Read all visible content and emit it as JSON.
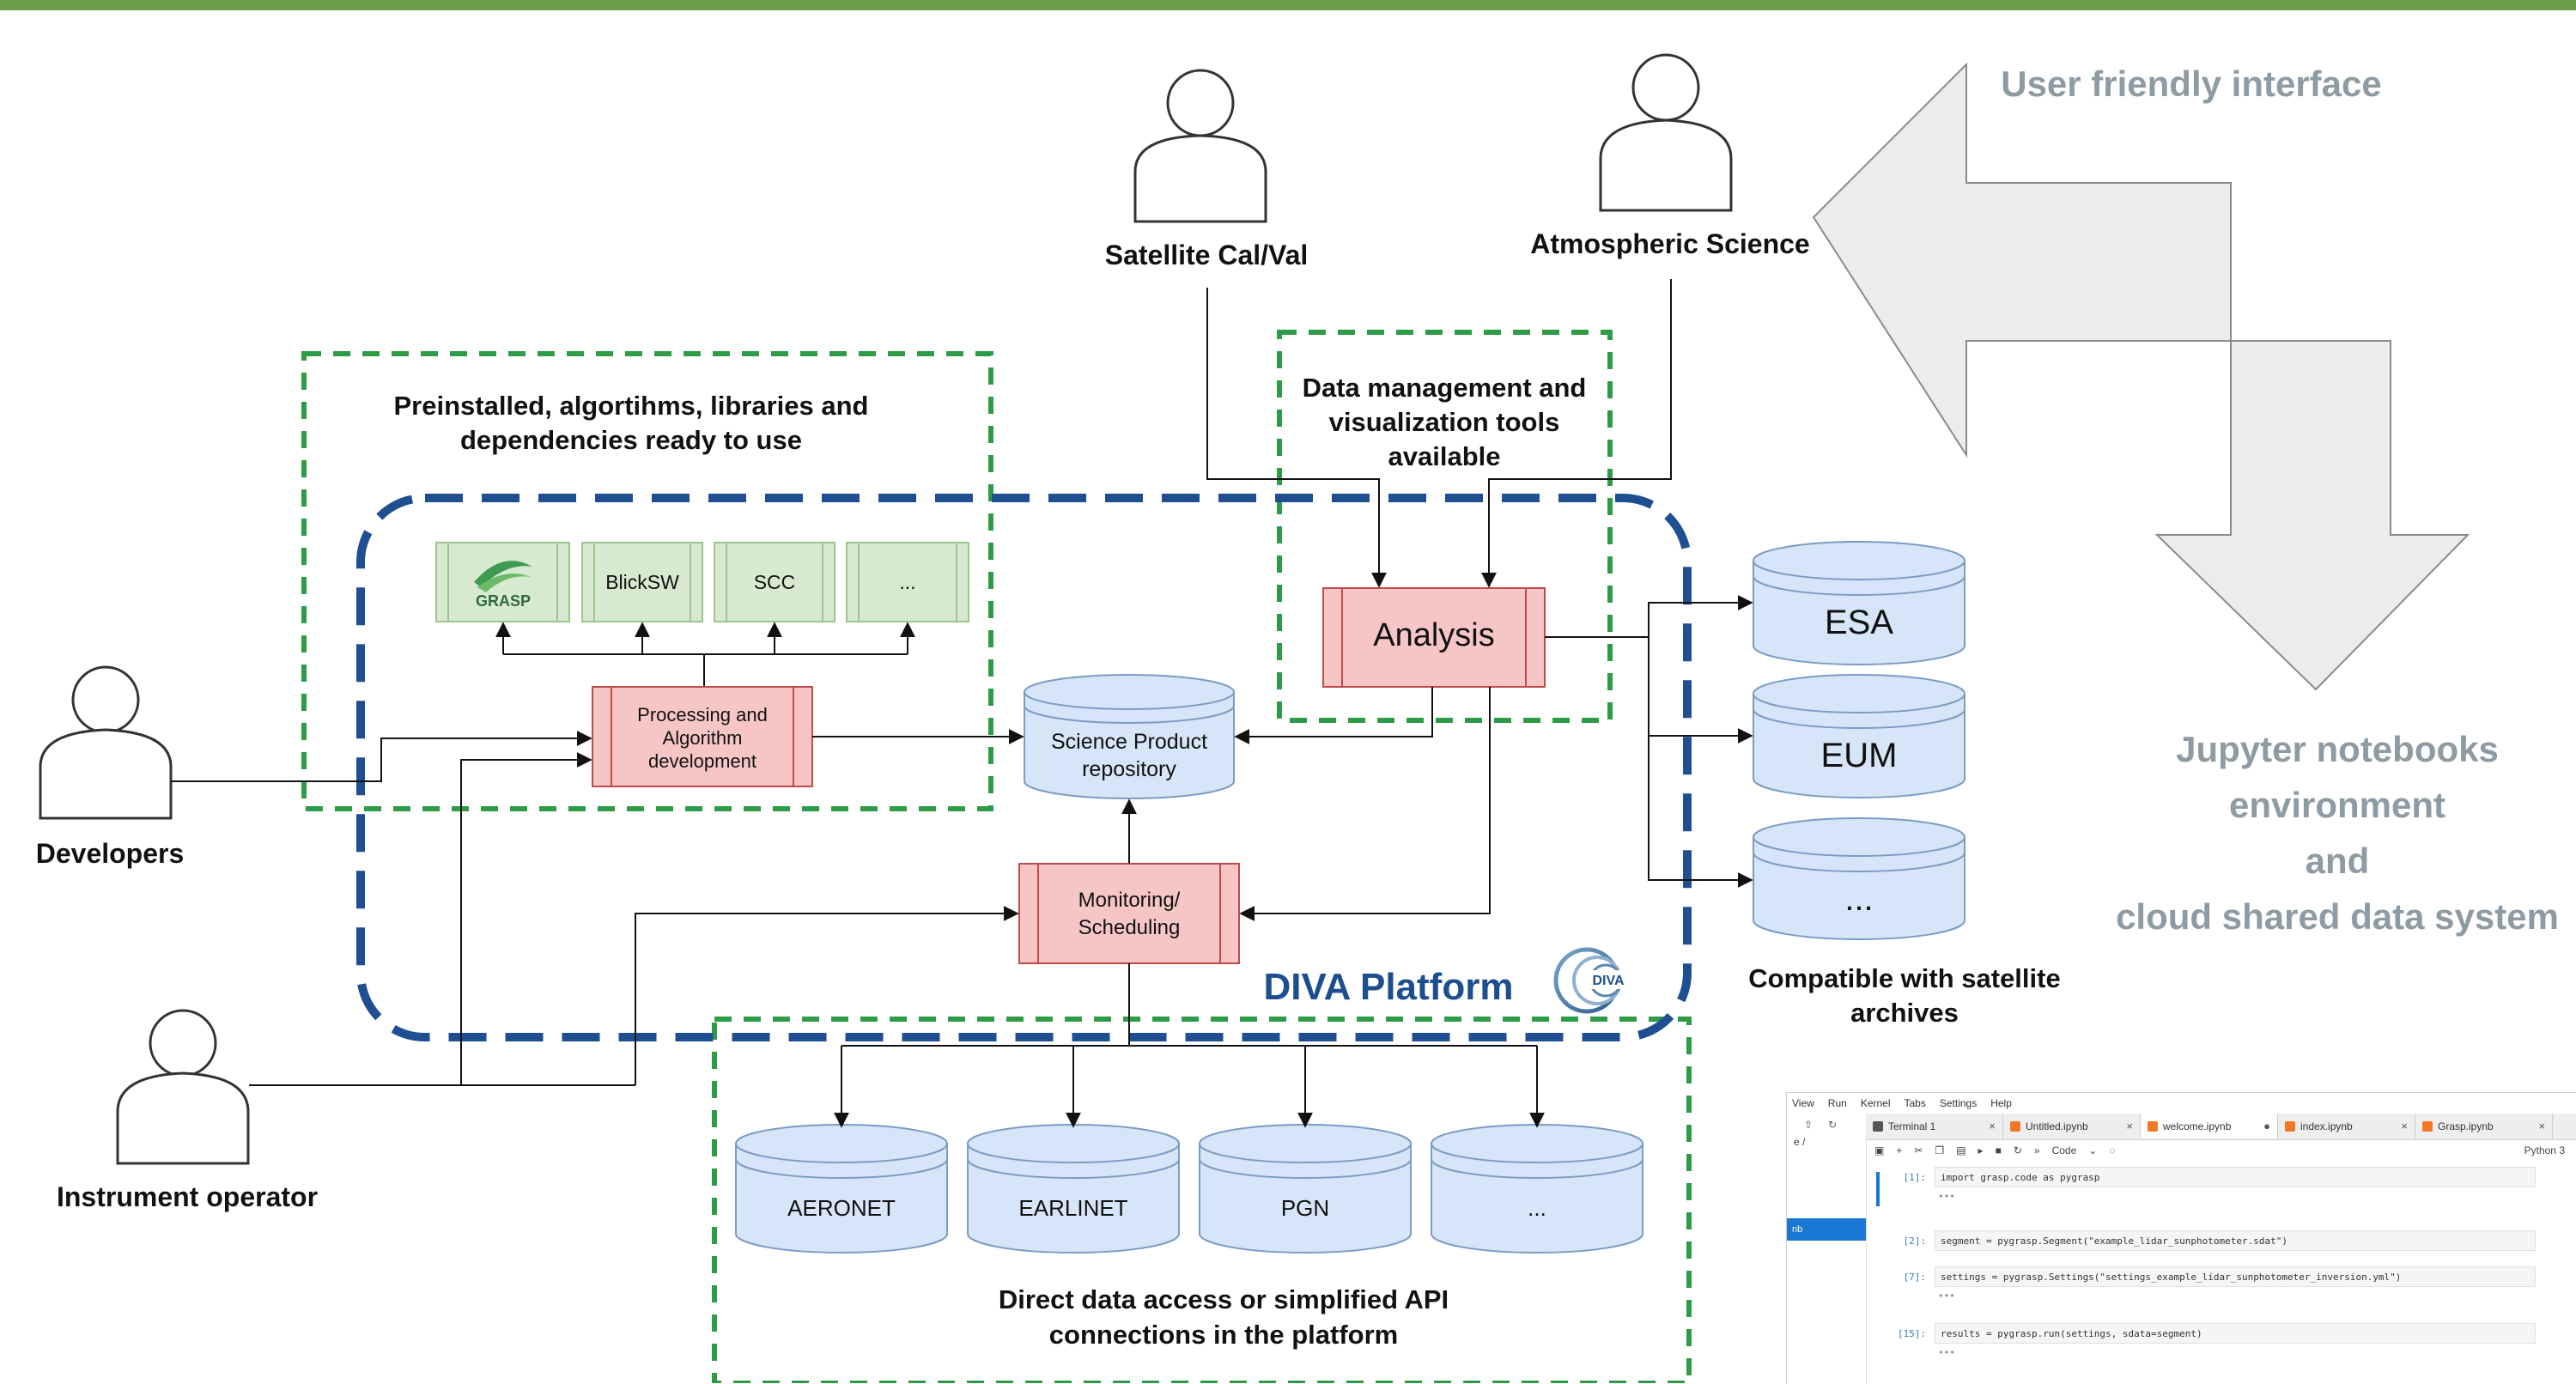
{
  "top_right": {
    "user_friendly": "User friendly interface",
    "jupyter_lines": [
      "Jupyter notebooks",
      "environment",
      "and",
      "cloud shared data system"
    ]
  },
  "users": {
    "satellite": "Satellite Cal/Val",
    "atmospheric": "Atmospheric Science",
    "developers": "Developers",
    "operator": "Instrument operator"
  },
  "zones": {
    "preinstalled": [
      "Preinstalled, algortihms, libraries and",
      "dependencies ready to use"
    ],
    "data_mgmt": [
      "Data management and",
      "visualization tools",
      "available"
    ],
    "direct_access": [
      "Direct data access or simplified API",
      "connections in the platform"
    ],
    "compatible": [
      "Compatible with satellite",
      "archives"
    ]
  },
  "platform": {
    "name": "DIVA Platform",
    "logo_text": "DIVA"
  },
  "tools": {
    "grasp": "GRASP",
    "blick": "BlickSW",
    "scc": "SCC",
    "more": "..."
  },
  "processes": {
    "processing": [
      "Processing and",
      "Algorithm",
      "development"
    ],
    "analysis": "Analysis",
    "monitoring": [
      "Monitoring/",
      "Scheduling"
    ]
  },
  "repository": [
    "Science Product",
    "repository"
  ],
  "archives": [
    "ESA",
    "EUM",
    "..."
  ],
  "ground_networks": [
    "AERONET",
    "EARLINET",
    "PGN",
    "..."
  ],
  "jupyter": {
    "menu": [
      "View",
      "Run",
      "Kernel",
      "Tabs",
      "Settings",
      "Help"
    ],
    "left_path": "e /",
    "left_selected": "nb",
    "tabs": [
      {
        "label": "Terminal 1",
        "close": "×"
      },
      {
        "label": "Untitled.ipynb",
        "close": "×"
      },
      {
        "label": "welcome.ipynb",
        "close": "●"
      },
      {
        "label": "index.ipynb",
        "close": "×"
      },
      {
        "label": "Grasp.ipynb",
        "close": "×"
      }
    ],
    "cell_type": "Code",
    "kernel": "Python 3",
    "cells": [
      {
        "prompt": "[1]:",
        "code": "import grasp.code as pygrasp",
        "dots": "•••"
      },
      {
        "prompt": "[2]:",
        "code": "segment = pygrasp.Segment(\"example_lidar_sunphotometer.sdat\")",
        "dots": ""
      },
      {
        "prompt": "[7]:",
        "code": "settings = pygrasp.Settings(\"settings_example_lidar_sunphotometer_inversion.yml\")",
        "dots": "•••"
      },
      {
        "prompt": "[15]:",
        "code": "results = pygrasp.run(settings, sdata=segment)",
        "dots": "•••"
      }
    ]
  },
  "colors": {
    "green_dash": "#2e9b46",
    "blue_dash": "#1f4f91",
    "diva_text": "#1d4e8f",
    "pink_box": "#f6c6c6",
    "tool_green": "#d7ead0",
    "db_blue": "#d6e5f7",
    "grey_arrow": "#ececec"
  }
}
